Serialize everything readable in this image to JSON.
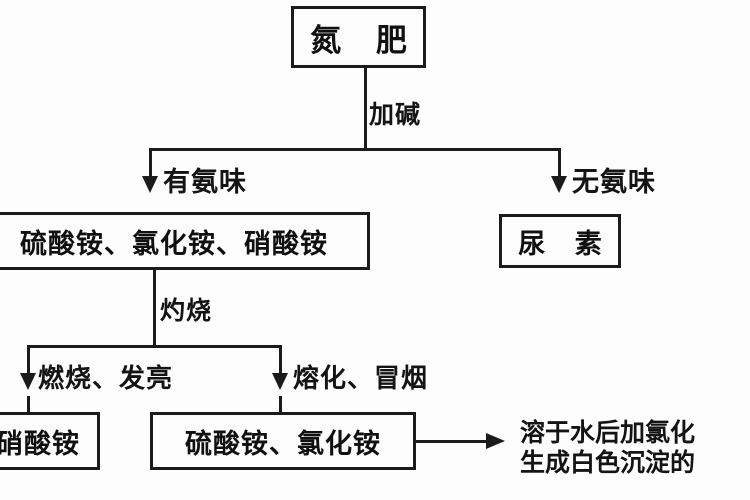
{
  "diagram": {
    "title_node": "氮 肥",
    "nodes": [
      {
        "id": "fertilizer",
        "label": "氮 肥"
      },
      {
        "id": "ammonium-group",
        "label": "硫酸铵、氯化铵、硝酸铵"
      },
      {
        "id": "urea",
        "label": "尿 素"
      },
      {
        "id": "ammonium-nitrate",
        "label": "硝酸铵"
      },
      {
        "id": "sulfate-chloride",
        "label": "硫酸铵、氯化铵"
      }
    ],
    "edge_labels": {
      "add_alkali": "加碱",
      "has_ammonia_smell": "有氨味",
      "no_ammonia_smell": "无氨味",
      "ignite": "灼烧",
      "burns_bright": "燃烧、发亮",
      "melts_smokes": "熔化、冒烟"
    },
    "result_note": {
      "line1": "溶于水后加氯化",
      "line2": "生成白色沉淀的"
    },
    "colors": {
      "stroke": "#1b1b1b",
      "text": "#111111",
      "background": "#fdfdfd"
    }
  }
}
